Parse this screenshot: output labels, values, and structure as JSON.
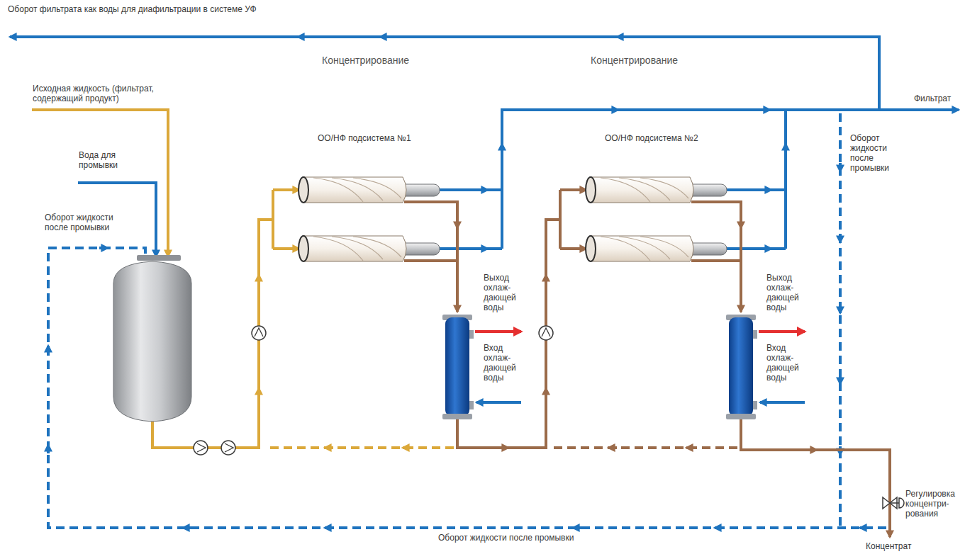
{
  "diagram": {
    "labels": [
      "Оборот фильтрата как воды для диафильтрации в системе УФ",
      "Концентрирование",
      "Концентрирование",
      "Исходная жидкость (фильтрат, содержащий продукт)",
      "Вода для промывки",
      "Оборот жидкости после промывки",
      "ОО/НФ подсистема №1",
      "ОО/НФ подсистема №2",
      "Фильтрат",
      "Оборот жидкости после промывки",
      "Выход охлаж- дающей воды",
      "Вход охлаж- дающей воды",
      "Выход охлаж- дающей воды",
      "Вход охлаж- дающей воды",
      "Регулировка концентри- рования",
      "Оборот жидкости после промывки",
      "Концентрат"
    ]
  }
}
